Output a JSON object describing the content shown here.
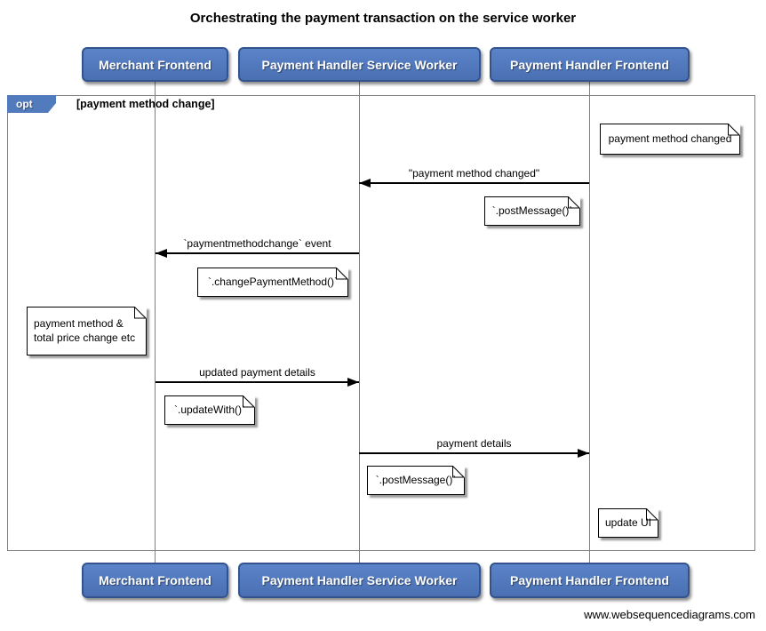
{
  "title": "Orchestrating the payment transaction on the service worker",
  "actors": [
    {
      "label": "Merchant Frontend"
    },
    {
      "label": "Payment Handler Service Worker"
    },
    {
      "label": "Payment Handler Frontend"
    }
  ],
  "frame": {
    "operator": "opt",
    "guard": "[payment method change]"
  },
  "messages": [
    {
      "label": "\"payment method changed\"",
      "direction": "left"
    },
    {
      "label": "`paymentmethodchange` event",
      "direction": "left"
    },
    {
      "label": "updated payment details",
      "direction": "right"
    },
    {
      "label": "payment details",
      "direction": "right"
    }
  ],
  "notes": [
    {
      "text": "payment method changed"
    },
    {
      "text": "`.postMessage()`"
    },
    {
      "text": "`.changePaymentMethod()`"
    },
    {
      "text": "payment method &\ntotal price change etc"
    },
    {
      "text": "`.updateWith()`"
    },
    {
      "text": "`.postMessage()`"
    },
    {
      "text": "update UI"
    }
  ],
  "footer": "www.websequencediagrams.com",
  "colors": {
    "actor-fill": "#527bbd",
    "actor-fill-light": "#5b83c9",
    "actor-fill-dark": "#4a70b2",
    "actor-border": "#33538c",
    "lifeline": "#7f7f7f",
    "frame-border": "#808080",
    "note-fill": "#ffffff",
    "note-border": "#000000",
    "arrow": "#000000",
    "text": "#000000"
  }
}
